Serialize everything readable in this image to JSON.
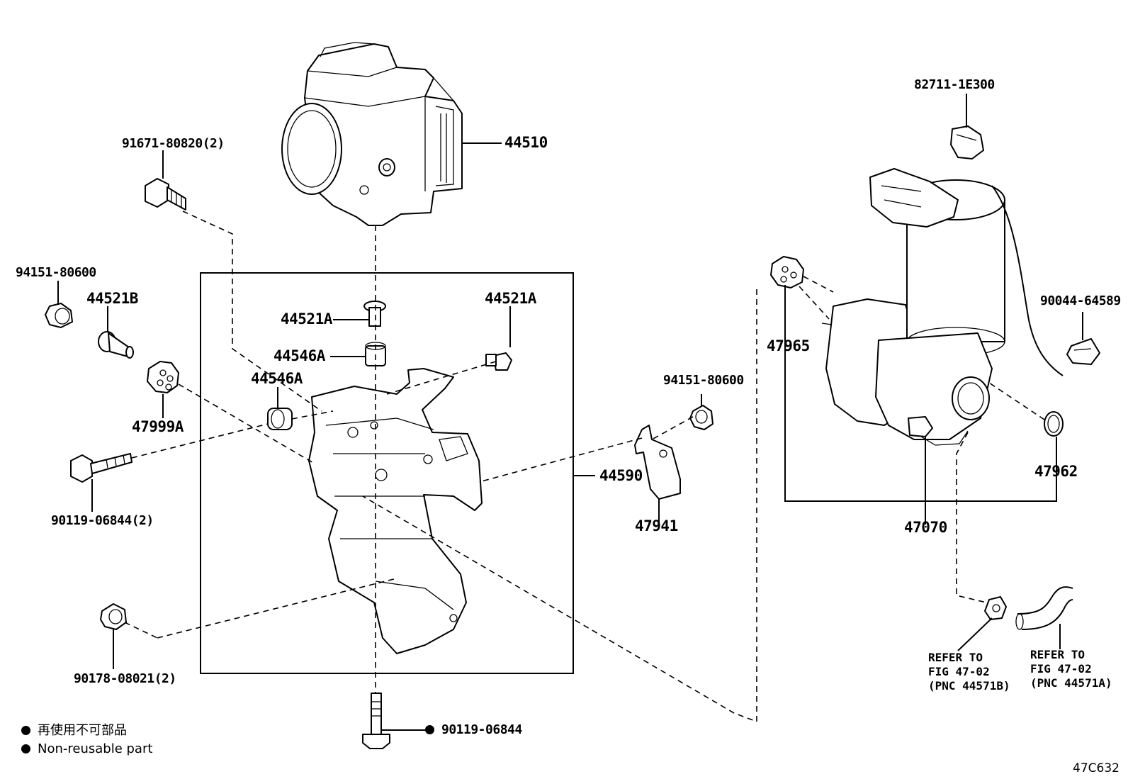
{
  "labels": {
    "p44510": "44510",
    "p91671": "91671-80820(2)",
    "p94151_left": "94151-80600",
    "p44521B": "44521B",
    "p44521A_left": "44521A",
    "p44521A_right": "44521A",
    "p44546A_upper": "44546A",
    "p44546A_lower": "44546A",
    "p47999A": "47999A",
    "p90119_left": "90119-06844(2)",
    "p90178": "90178-08021(2)",
    "p90119_bottom": "90119-06844",
    "p44590": "44590",
    "p94151_right": "94151-80600",
    "p47941": "47941",
    "p82711": "82711-1E300",
    "p90044": "90044-64589",
    "p47965": "47965",
    "p47962": "47962",
    "p47070": "47070"
  },
  "notes": {
    "refer_b": [
      "REFER TO",
      "FIG 47-02",
      "(PNC 44571B)"
    ],
    "refer_a": [
      "REFER TO",
      "FIG 47-02",
      "(PNC 44571A)"
    ]
  },
  "legend": {
    "jp": "再使用不可部品",
    "en": "Non-reusable part"
  },
  "figure_code": "47C632"
}
